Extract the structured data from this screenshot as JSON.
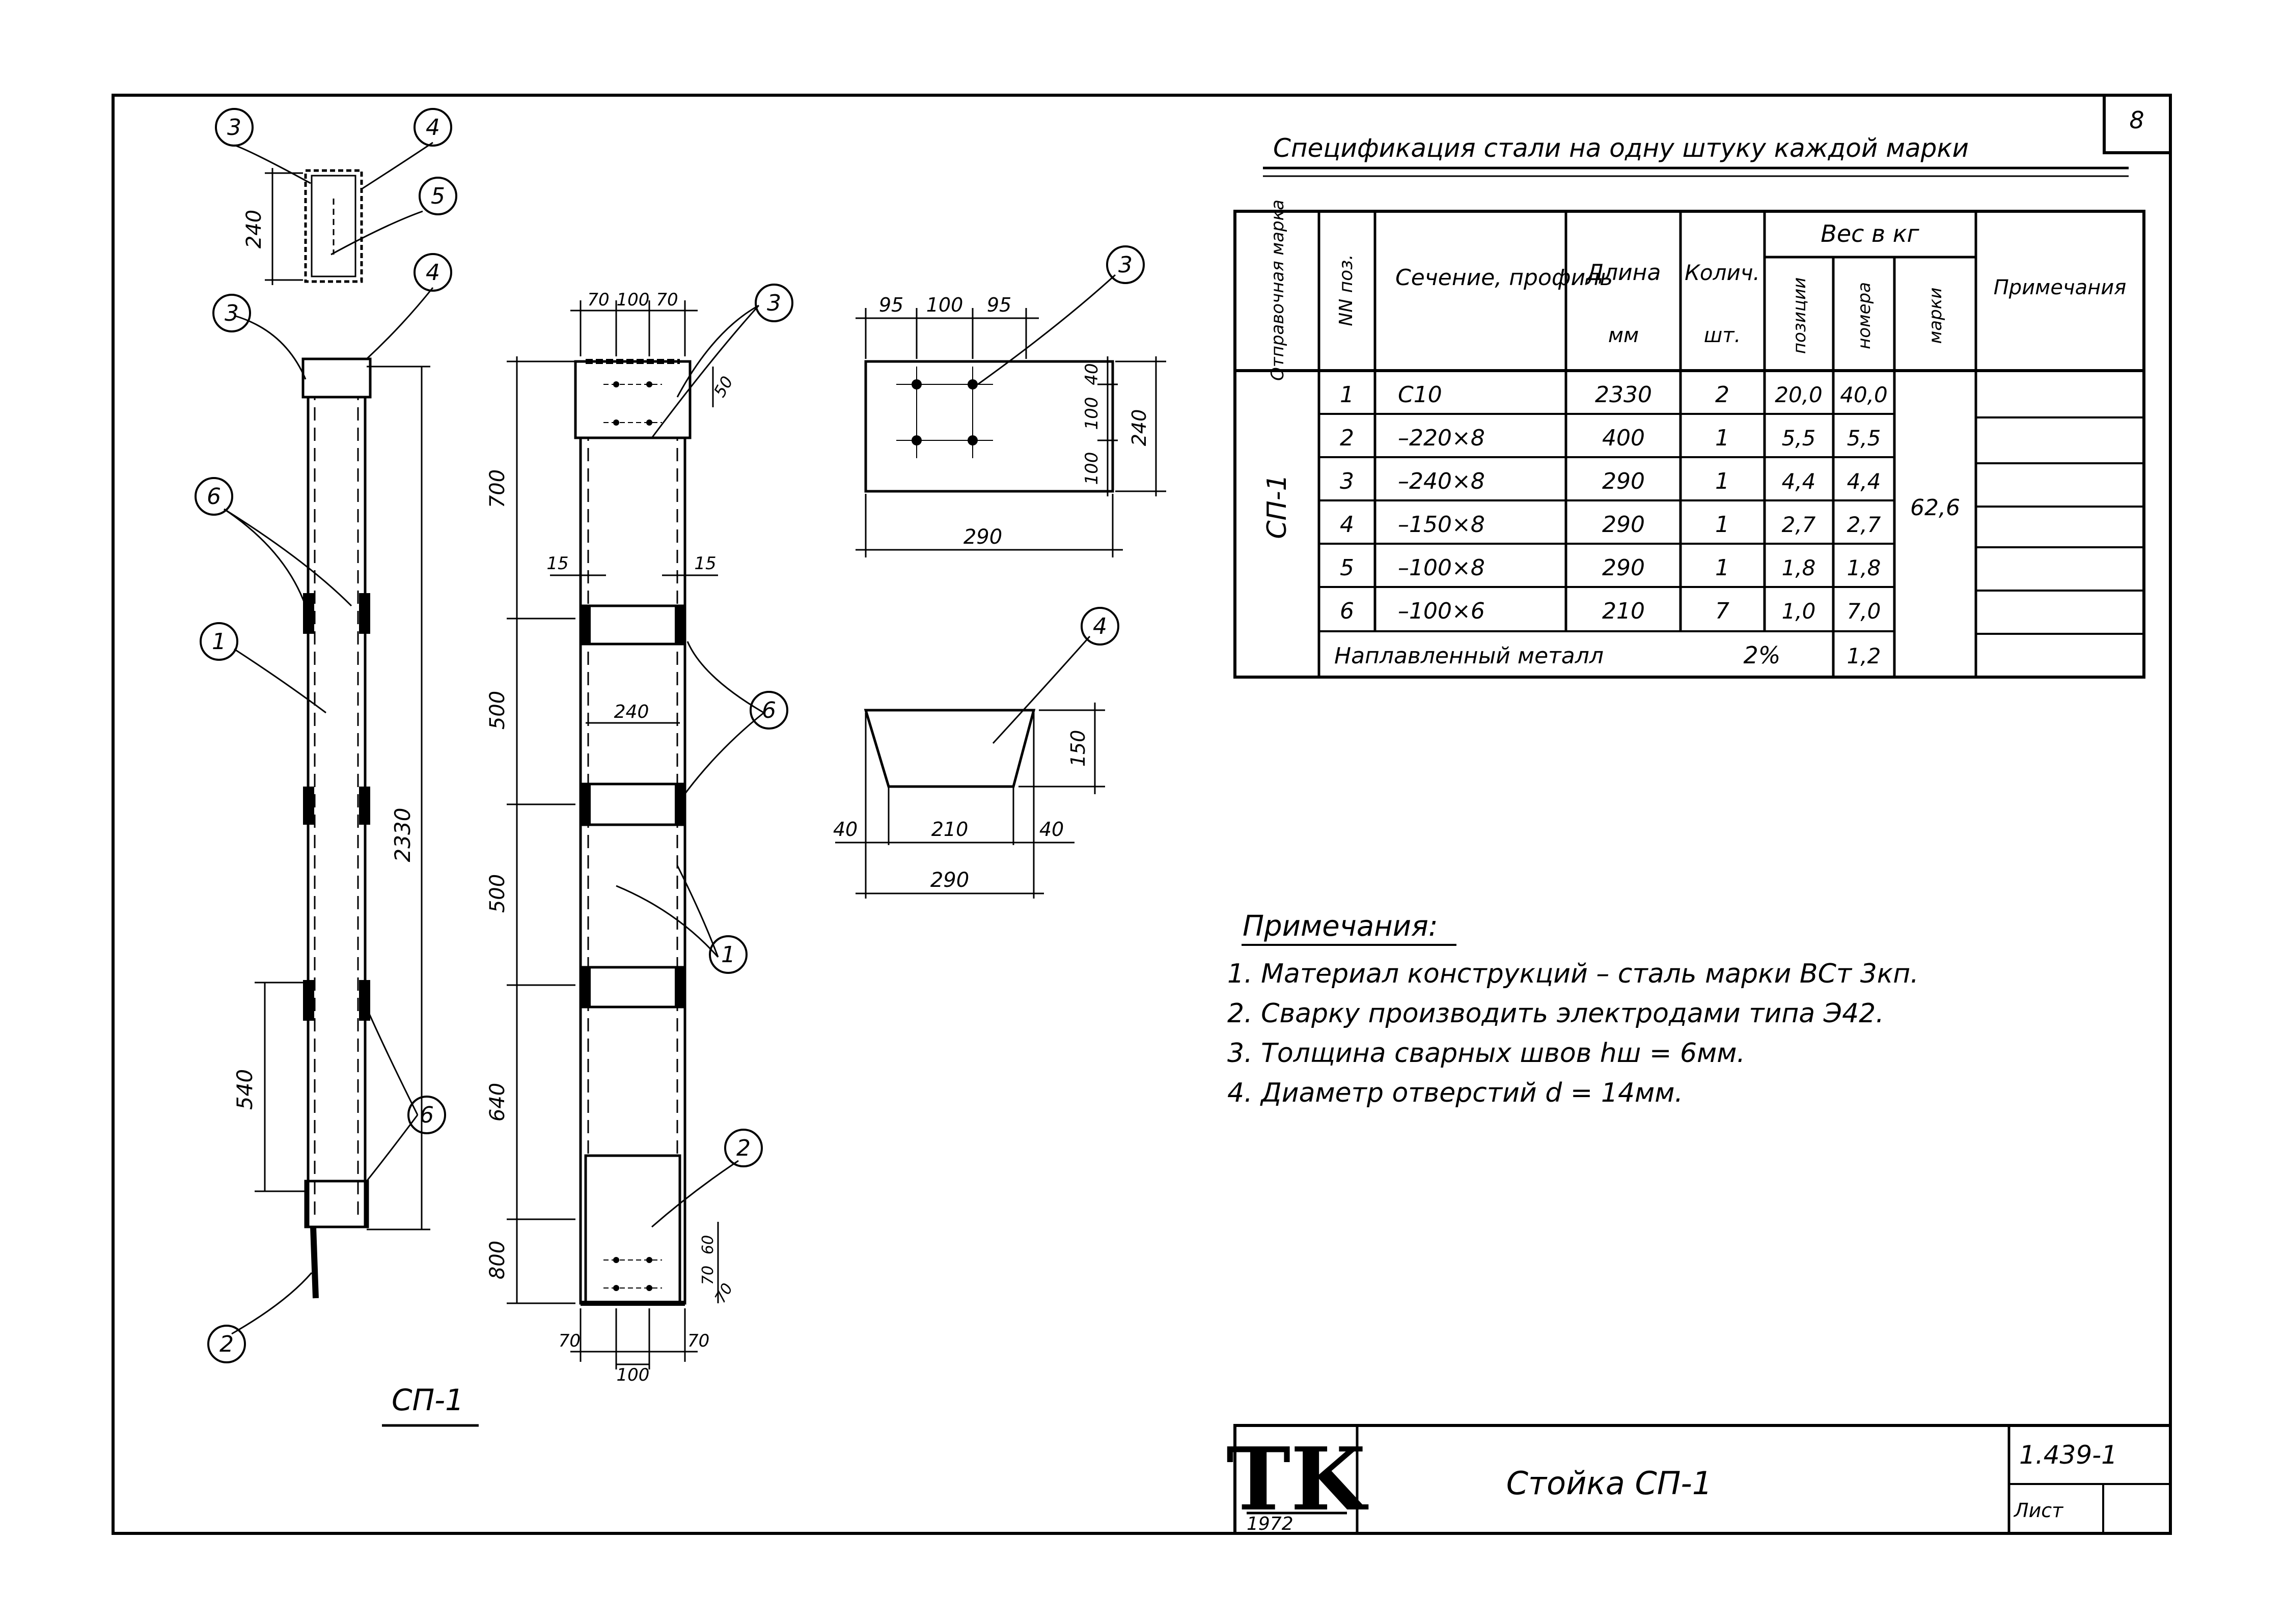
{
  "sheet": {
    "number": "8",
    "code": "1.439-1",
    "sheet_label": "Лист",
    "logo_letters": "TK",
    "year": "1972",
    "title": "Стойка СП-1"
  },
  "drawings": {
    "mark_label": "СП-1",
    "left_view": {
      "callouts": [
        "3",
        "4",
        "5",
        "3",
        "4",
        "6",
        "1",
        "6",
        "2"
      ],
      "dims": {
        "section_height": "240",
        "total_length": "2330",
        "lower_spacing": "540"
      }
    },
    "middle_view": {
      "callouts": [
        "3",
        "6",
        "1",
        "2"
      ],
      "dims": {
        "top": [
          "70",
          "100",
          "70"
        ],
        "bottom": [
          "70",
          "100",
          "70"
        ],
        "vertical": [
          "700",
          "500",
          "500",
          "640",
          "800"
        ],
        "gap_left": "15",
        "gap_right": "15",
        "inner_width": "240",
        "top_hole_offset": "50",
        "bottom_right": [
          "60",
          "70",
          "70"
        ]
      }
    },
    "plate3": {
      "callout": "3",
      "dims": {
        "top": [
          "95",
          "100",
          "95"
        ],
        "right": [
          "40",
          "100",
          "100"
        ],
        "height": "240",
        "width": "290"
      }
    },
    "plate4": {
      "callout": "4",
      "dims": {
        "height": "150",
        "left": "40",
        "mid": "210",
        "right": "40",
        "width": "290"
      }
    }
  },
  "spec": {
    "title": "Спецификация стали на одну штуку каждой марки",
    "headers": {
      "mark": "Отправочная марка",
      "pos": "NN поз.",
      "section": "Сечение, профиль",
      "length": "Длина",
      "length_unit": "мм",
      "qty": "Колич.",
      "qty_unit": "шт.",
      "weight": "Вес в кг",
      "w_pos": "позиции",
      "w_num": "номера",
      "w_mark": "марки",
      "notes": "Примечания"
    },
    "mark": "СП-1",
    "rows": [
      {
        "pos": "1",
        "section": "С10",
        "length": "2330",
        "qty": "2",
        "w_pos": "20,0",
        "w_num": "40,0"
      },
      {
        "pos": "2",
        "section": "–220×8",
        "length": "400",
        "qty": "1",
        "w_pos": "5,5",
        "w_num": "5,5"
      },
      {
        "pos": "3",
        "section": "–240×8",
        "length": "290",
        "qty": "1",
        "w_pos": "4,4",
        "w_num": "4,4"
      },
      {
        "pos": "4",
        "section": "–150×8",
        "length": "290",
        "qty": "1",
        "w_pos": "2,7",
        "w_num": "2,7"
      },
      {
        "pos": "5",
        "section": "–100×8",
        "length": "290",
        "qty": "1",
        "w_pos": "1,8",
        "w_num": "1,8"
      },
      {
        "pos": "6",
        "section": "–100×6",
        "length": "210",
        "qty": "7",
        "w_pos": "1,0",
        "w_num": "7,0"
      }
    ],
    "mark_weight": "62,6",
    "weld_label": "Наплавленный металл",
    "weld_percent": "2%",
    "weld_weight": "1,2"
  },
  "notes": {
    "title": "Примечания:",
    "items": [
      "1. Материал конструкций – сталь марки ВСт 3кп.",
      "2. Сварку производить электродами типа Э42.",
      "3. Толщина сварных швов hш = 6мм.",
      "4. Диаметр отверстий d = 14мм."
    ]
  }
}
